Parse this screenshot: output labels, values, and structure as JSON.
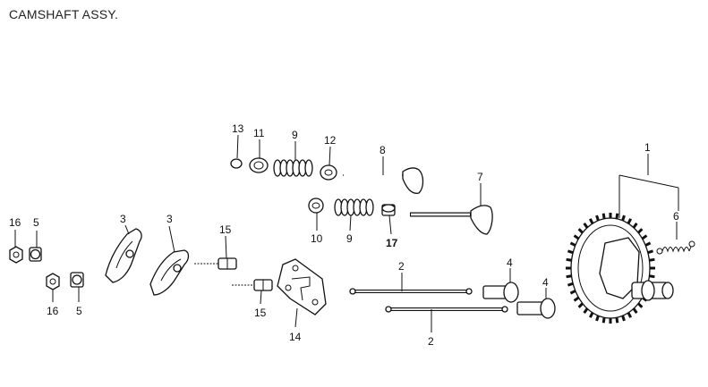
{
  "title": "CAMSHAFT ASSY.",
  "callouts": {
    "c1": "1",
    "c2a": "2",
    "c2b": "2",
    "c3a": "3",
    "c3b": "3",
    "c4a": "4",
    "c4b": "4",
    "c5a": "5",
    "c5b": "5",
    "c6": "6",
    "c7": "7",
    "c8": "8",
    "c9a": "9",
    "c9b": "9",
    "c10": "10",
    "c11": "11",
    "c12": "12",
    "c13": "13",
    "c14": "14",
    "c15a": "15",
    "c15b": "15",
    "c16a": "16",
    "c16b": "16",
    "c17": "17"
  }
}
